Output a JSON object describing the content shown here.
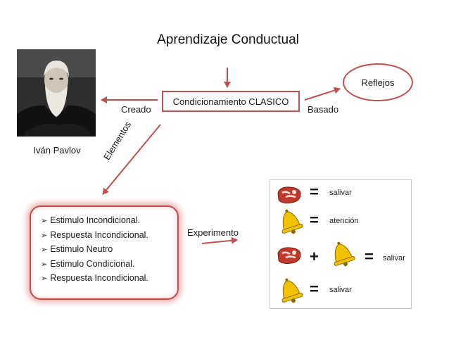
{
  "title": "Aprendizaje Conductual",
  "portrait_caption": "Iván Pavlov",
  "center_box": "Condicionamiento CLASICO",
  "labels": {
    "creado": "Creado",
    "basado": "Basado",
    "elementos": "Elementos",
    "experimento": "Experimento"
  },
  "reflejos": "Reflejos",
  "elements": [
    "Estimulo Incondicional.",
    "Respuesta Incondicional.",
    "Estimulo Neutro",
    "Estimulo Condicional.",
    "Respuesta Incondicional."
  ],
  "experiment": {
    "row1": "salivar",
    "row2": "atención",
    "row3": "salivar",
    "row4": "salivar"
  },
  "icons": {
    "meat": "meat-icon",
    "bell": "bell-icon",
    "bullet": "checkmark-arrow-icon"
  },
  "colors": {
    "accent": "#c0504d",
    "bell": "#f2c200"
  }
}
